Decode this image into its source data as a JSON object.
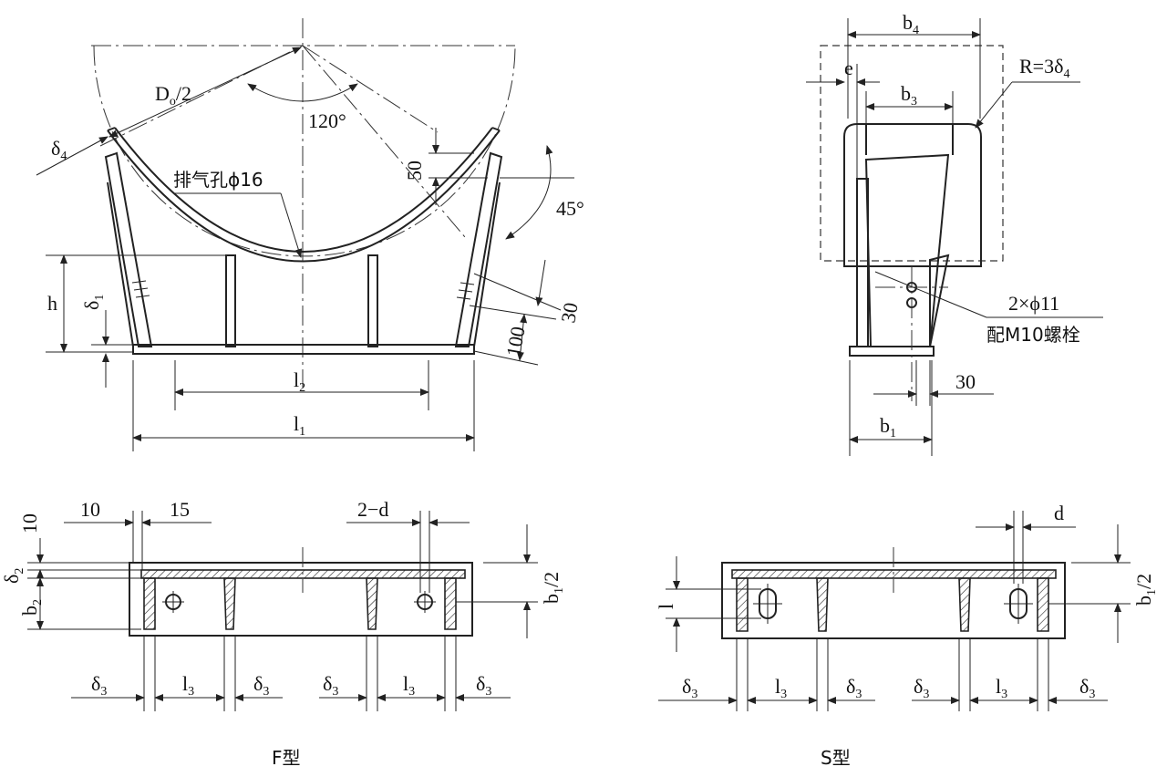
{
  "labels": {
    "d_half": "D",
    "d_half_sub": "o",
    "d_half_tail": "/2",
    "delta4": "δ",
    "delta4_sub": "4",
    "angle120": "120°",
    "vent_hole": "排气孔ϕ16",
    "dim50": "50",
    "angle45": "45°",
    "h": "h",
    "delta1": "δ",
    "delta1_sub": "1",
    "dim30_side": "30",
    "dim100": "100",
    "l2": "l",
    "l2_sub": "2",
    "l1": "l",
    "l1_sub": "1",
    "b4": "b",
    "b4_sub": "4",
    "e": "e",
    "r3d4": "R=3δ",
    "r3d4_sub": "4",
    "b3": "b",
    "b3_sub": "3",
    "bolt_holes": "2×ϕ11",
    "bolt_spec": "配M10螺栓",
    "dim30_end": "30",
    "b1": "b",
    "b1_sub": "1",
    "dim10": "10",
    "dim15": "15",
    "two_d": "2−d",
    "delta2": "δ",
    "delta2_sub": "2",
    "b2": "b",
    "b2_sub": "2",
    "b1_half_f": "b",
    "b1_half_f_sub": "1",
    "b1_half_f_tail": "/2",
    "delta3": "δ",
    "delta3_sub": "3",
    "l3": "l",
    "l3_sub": "3",
    "d": "d",
    "l_small": "l",
    "b1_half_s": "b",
    "b1_half_s_sub": "1",
    "b1_half_s_tail": "/2",
    "f_type": "F型",
    "s_type": "S型"
  }
}
